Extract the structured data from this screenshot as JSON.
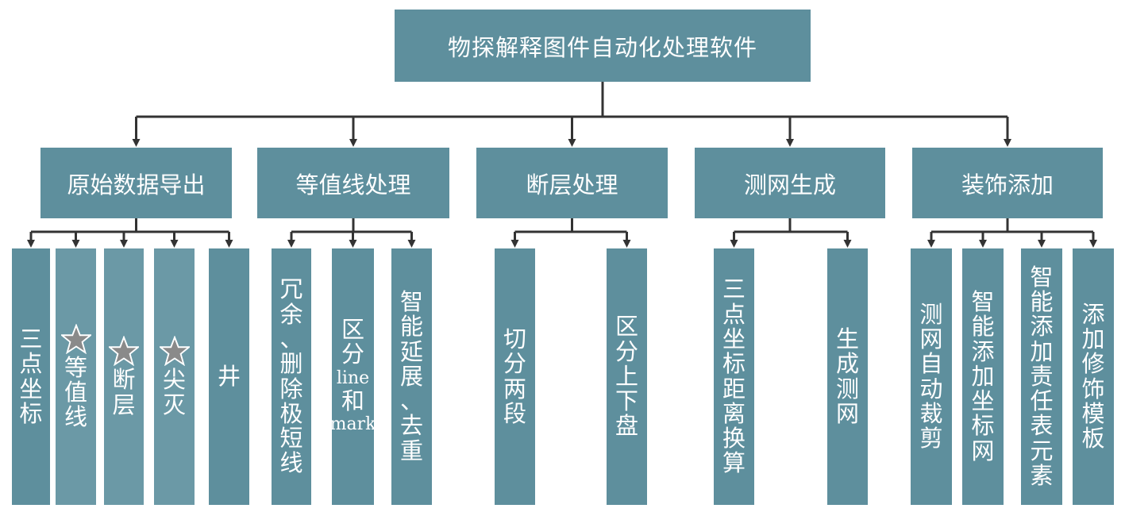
{
  "root": {
    "label": "物探解释图件自动化处理软件"
  },
  "modules": [
    {
      "label": "原始数据导出",
      "children": [
        {
          "label": "三点坐标",
          "star": false
        },
        {
          "label": "等值线",
          "star": true
        },
        {
          "label": "断层",
          "star": true
        },
        {
          "label": "尖灭",
          "star": true
        },
        {
          "label": "井",
          "star": false
        }
      ]
    },
    {
      "label": "等值线处理",
      "children": [
        {
          "label": "冗余、删除极短线",
          "star": false
        },
        {
          "label": "区分line和mark",
          "star": false
        },
        {
          "label": "智能延展、去重",
          "star": false
        }
      ]
    },
    {
      "label": "断层处理",
      "children": [
        {
          "label": "切分两段",
          "star": false
        },
        {
          "label": "区分上下盘",
          "star": false
        }
      ]
    },
    {
      "label": "测网生成",
      "children": [
        {
          "label": "三点坐标距离换算",
          "star": false
        },
        {
          "label": "生成测网",
          "star": false
        }
      ]
    },
    {
      "label": "装饰添加",
      "children": [
        {
          "label": "测网自动裁剪",
          "star": false
        },
        {
          "label": "智能添加坐标网",
          "star": false
        },
        {
          "label": "智能添加责任表元素",
          "star": false
        },
        {
          "label": "添加修饰模板",
          "star": false
        }
      ]
    }
  ],
  "colors": {
    "box": "#5e8f9d",
    "box_light": "#6b99a6",
    "line": "#333333",
    "text": "#ffffff",
    "star": "#8a8a8a"
  }
}
